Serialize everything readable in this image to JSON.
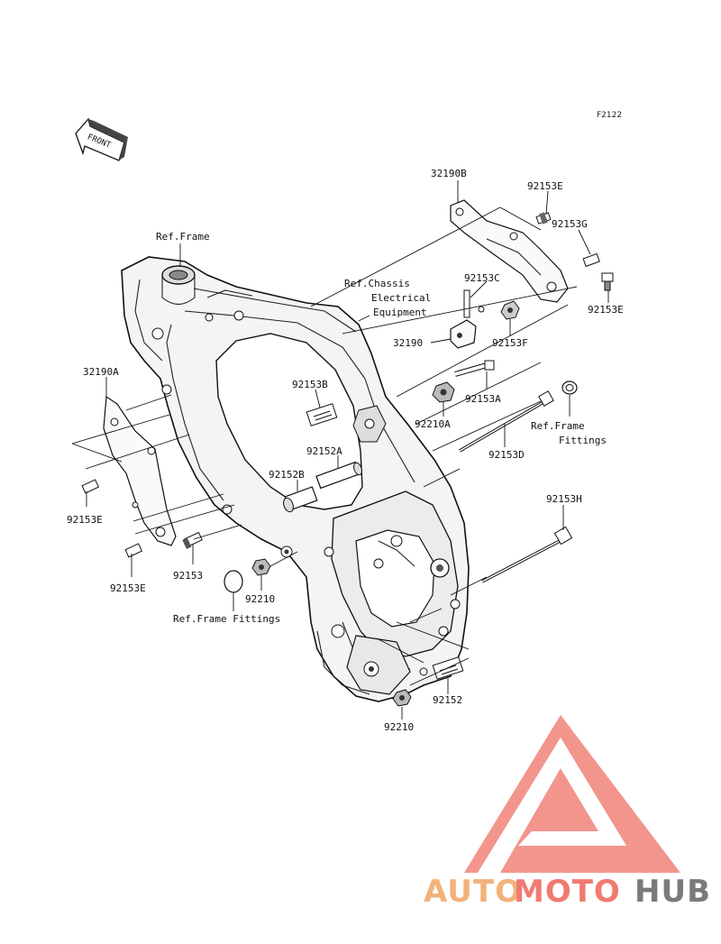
{
  "diagram": {
    "code": "F2122",
    "front_label": "FRONT",
    "labels": {
      "p32190B": "32190B",
      "p92153E_top": "92153E",
      "p92153G": "92153G",
      "p92153C": "92153C",
      "p92153E_right": "92153E",
      "p32190": "32190",
      "p92153F": "92153F",
      "p92153B": "92153B",
      "p92153A": "92153A",
      "p92210A": "92210A",
      "p92152A": "92152A",
      "p92153D": "92153D",
      "p92152B": "92152B",
      "p92153H": "92153H",
      "p32190A": "32190A",
      "p92153E_left": "92153E",
      "p92153E_bottom": "92153E",
      "p92153": "92153",
      "p92210": "92210",
      "p92152": "92152",
      "p92210_bottom": "92210"
    },
    "refs": {
      "frame": "Ref.Frame",
      "chassis": "Ref.Chassis",
      "electrical_1": "Electrical",
      "electrical_2": "Equipment",
      "frame_fittings_right_1": "Ref.Frame",
      "frame_fittings_right_2": "Fittings",
      "frame_fittings_left": "Ref.Frame Fittings"
    }
  },
  "watermark": {
    "part1": "AUTO",
    "part2": "MOTO",
    "part3": "HUB",
    "color_orange": "#f2b27a",
    "color_red": "#ef7b72",
    "color_gray": "#7a7a7a"
  }
}
